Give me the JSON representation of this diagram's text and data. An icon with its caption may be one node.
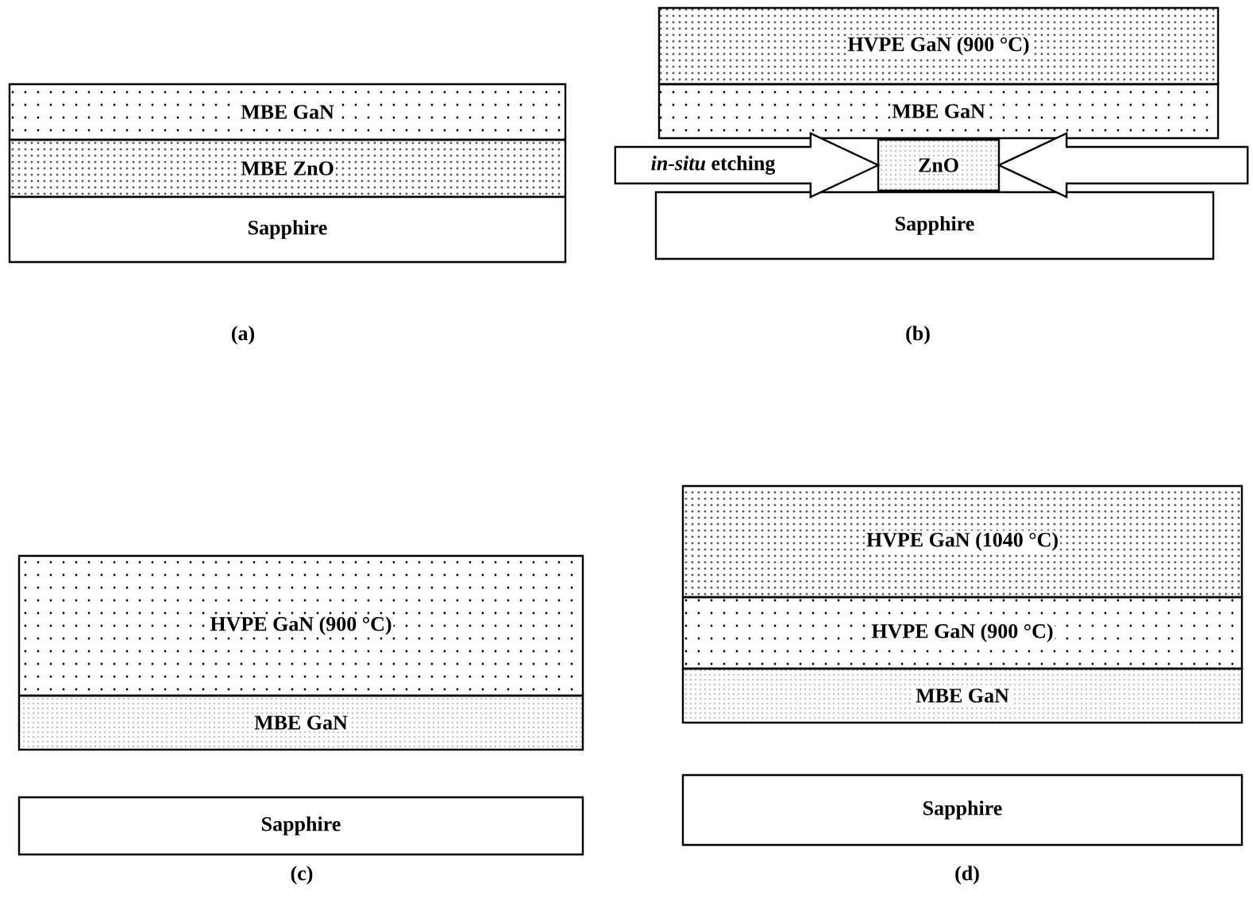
{
  "diagram": {
    "nodes": [
      {
        "text": [
          "MBE GaN"
        ]
      },
      {
        "text": [
          "MBE ZnO"
        ]
      },
      {
        "text": [
          "Sapphire"
        ]
      },
      {
        "text": [
          "HVPE GaN (900 °C)"
        ]
      },
      {
        "text": [
          "MBE GaN"
        ]
      },
      {
        "text": [
          "ZnO"
        ]
      },
      {
        "text": [
          "Sapphire"
        ]
      },
      {
        "text": [
          "HVPE GaN (900 °C)"
        ]
      },
      {
        "text": [
          "MBE GaN"
        ]
      },
      {
        "text": [
          "Sapphire"
        ]
      },
      {
        "text": [
          "HVPE GaN (1040 °C)"
        ]
      },
      {
        "text": [
          "HVPE GaN (900 °C)"
        ]
      },
      {
        "text": [
          "MBE GaN"
        ]
      },
      {
        "text": [
          "Sapphire"
        ]
      }
    ],
    "edges": [
      {
        "from": null,
        "to": 5,
        "arrow": "to",
        "label": "*in-situ* etching"
      },
      {
        "from": null,
        "to": 5,
        "arrow": "to"
      }
    ],
    "labels": [
      "(a)",
      "(b)",
      "(c)",
      "(d)"
    ]
  }
}
